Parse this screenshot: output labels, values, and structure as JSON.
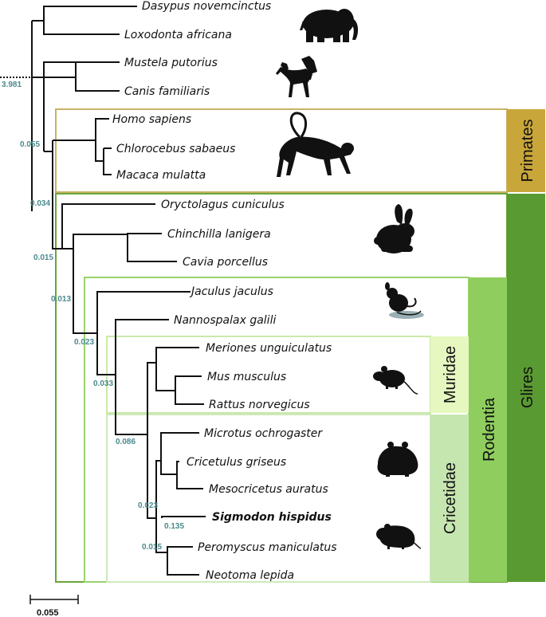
{
  "root_support": "3.981",
  "taxa": [
    {
      "id": "dasypus",
      "label": "Dasypus novemcinctus",
      "bold": false
    },
    {
      "id": "loxodonta",
      "label": "Loxodonta africana",
      "bold": false
    },
    {
      "id": "mustela",
      "label": "Mustela putorius",
      "bold": false
    },
    {
      "id": "canis",
      "label": "Canis familiaris",
      "bold": false
    },
    {
      "id": "homo",
      "label": "Homo sapiens",
      "bold": false
    },
    {
      "id": "chlorocebus",
      "label": "Chlorocebus sabaeus",
      "bold": false
    },
    {
      "id": "macaca",
      "label": "Macaca mulatta",
      "bold": false
    },
    {
      "id": "oryctolagus",
      "label": "Oryctolagus cuniculus",
      "bold": false
    },
    {
      "id": "chinchilla",
      "label": "Chinchilla lanigera",
      "bold": false
    },
    {
      "id": "cavia",
      "label": "Cavia porcellus",
      "bold": false
    },
    {
      "id": "jaculus",
      "label": "Jaculus jaculus",
      "bold": false
    },
    {
      "id": "nannospalax",
      "label": "Nannospalax galili",
      "bold": false
    },
    {
      "id": "meriones",
      "label": "Meriones unguiculatus",
      "bold": false
    },
    {
      "id": "mus",
      "label": "Mus musculus",
      "bold": false
    },
    {
      "id": "rattus",
      "label": "Rattus norvegicus",
      "bold": false
    },
    {
      "id": "microtus",
      "label": "Microtus ochrogaster",
      "bold": false
    },
    {
      "id": "cricetulus",
      "label": "Cricetulus griseus",
      "bold": false
    },
    {
      "id": "mesocricetus",
      "label": "Mesocricetus auratus",
      "bold": false
    },
    {
      "id": "sigmodon",
      "label": "Sigmodon hispidus",
      "bold": true
    },
    {
      "id": "peromyscus",
      "label": "Peromyscus maniculatus",
      "bold": false
    },
    {
      "id": "neotoma",
      "label": "Neotoma lepida",
      "bold": false
    }
  ],
  "support_values": [
    {
      "id": "s055",
      "value": "0.055"
    },
    {
      "id": "s034",
      "value": "0.034"
    },
    {
      "id": "s015a",
      "value": "0.015"
    },
    {
      "id": "s013",
      "value": "0.013"
    },
    {
      "id": "s023a",
      "value": "0.023"
    },
    {
      "id": "s033",
      "value": "0.033"
    },
    {
      "id": "s086",
      "value": "0.086"
    },
    {
      "id": "s023b",
      "value": "0.023"
    },
    {
      "id": "s135",
      "value": "0.135"
    },
    {
      "id": "s015b",
      "value": "0.015"
    }
  ],
  "groups": {
    "primates": {
      "label": "Primates",
      "color": "#c9a63a",
      "border": "#c9b266"
    },
    "glires": {
      "label": "Glires",
      "color": "#5a9a32",
      "border": "#6aa63c"
    },
    "rodentia": {
      "label": "Rodentia",
      "color": "#8fce5e",
      "border": "#9ad26c"
    },
    "muridae": {
      "label": "Muridae",
      "color": "#e6f7c0",
      "border": "#cbe9a8"
    },
    "cricetidae": {
      "label": "Cricetidae",
      "color": "#c6e6b0",
      "border": "#cfe8bd"
    }
  },
  "scale_bar": {
    "label": "0.055"
  },
  "icons": [
    "elephant-icon",
    "dog-icon",
    "monkey-icon",
    "rabbit-icon",
    "jerboa-icon",
    "mouse-icon",
    "hamster-icon",
    "rat-icon"
  ]
}
